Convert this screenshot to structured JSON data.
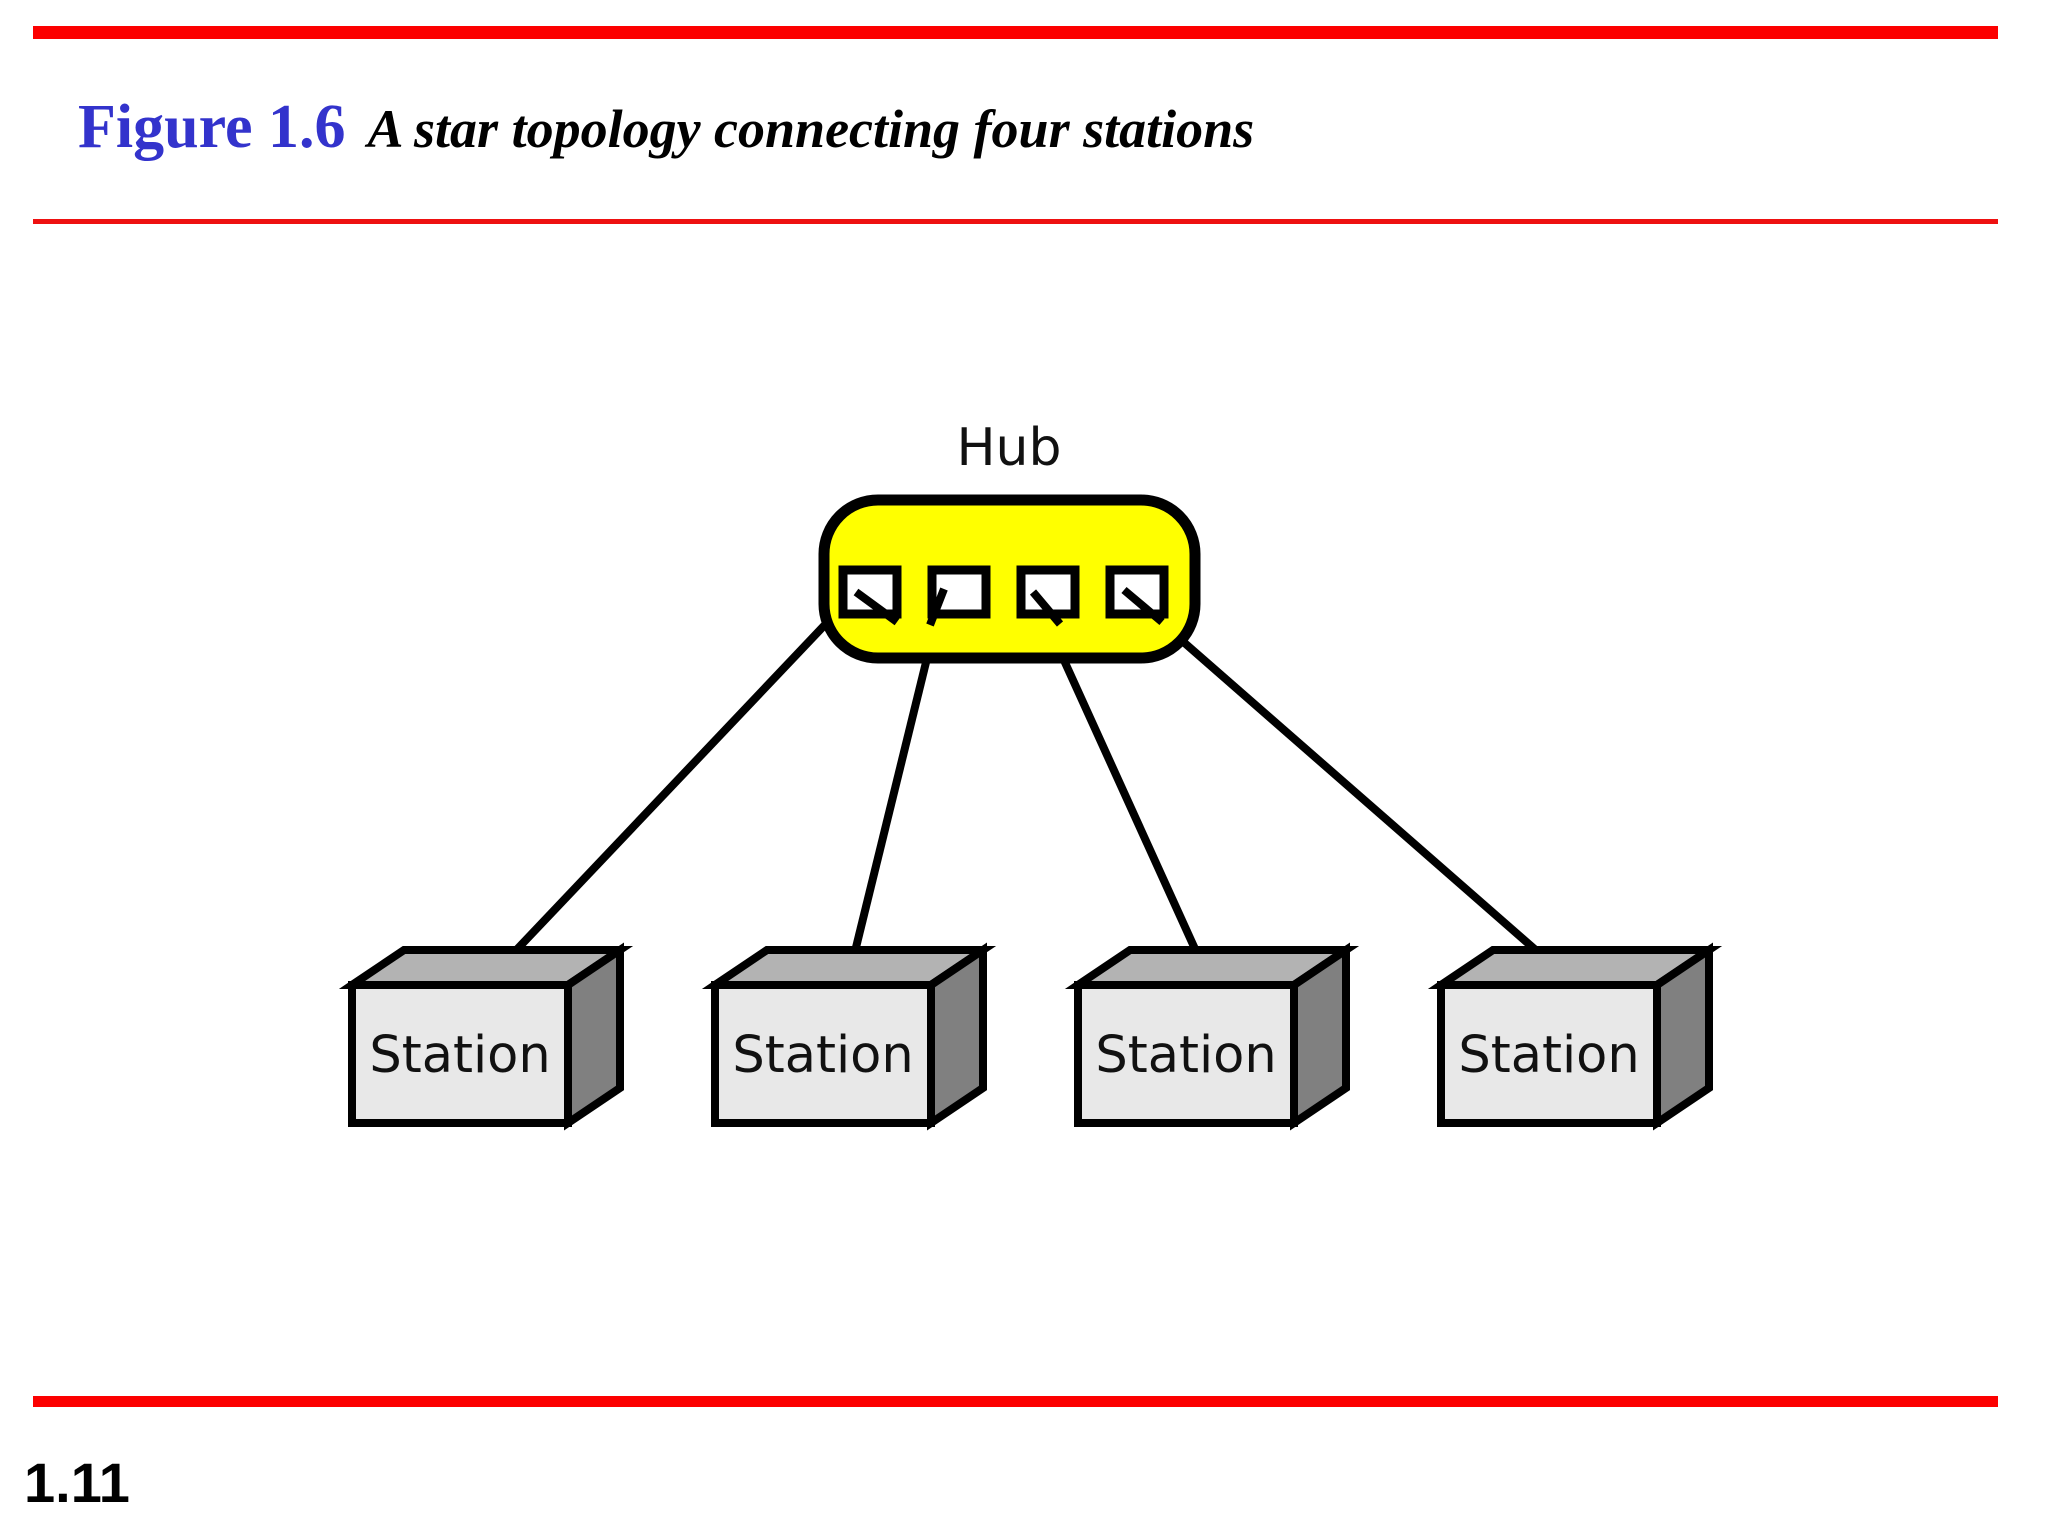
{
  "page": {
    "number": "1.11",
    "background_color": "#ffffff",
    "rule_color": "#fc0000"
  },
  "caption": {
    "label": "Figure 1.6",
    "label_color": "#3333cc",
    "text": "A star topology connecting four stations",
    "text_color": "#000000"
  },
  "diagram": {
    "title": "A star topology connecting four stations",
    "type": "star-topology-network",
    "hub": {
      "label": "Hub",
      "fill_color": "#ffff00",
      "stroke_color": "#000000",
      "port_count": 4,
      "port_fill_color": "#ffffff",
      "ports": [
        {
          "index": 1,
          "label": ""
        },
        {
          "index": 2,
          "label": ""
        },
        {
          "index": 3,
          "label": ""
        },
        {
          "index": 4,
          "label": ""
        }
      ]
    },
    "stations": [
      {
        "index": 1,
        "label": "Station"
      },
      {
        "index": 2,
        "label": "Station"
      },
      {
        "index": 3,
        "label": "Station"
      },
      {
        "index": 4,
        "label": "Station"
      }
    ],
    "station_colors": {
      "front_face": "#e8e8e8",
      "top_face": "#b3b3b3",
      "side_face": "#808080",
      "outline": "#000000"
    },
    "links": [
      {
        "from": "hub-port-1",
        "to": "station-1"
      },
      {
        "from": "hub-port-2",
        "to": "station-2"
      },
      {
        "from": "hub-port-3",
        "to": "station-3"
      },
      {
        "from": "hub-port-4",
        "to": "station-4"
      }
    ],
    "link_color": "#000000"
  }
}
